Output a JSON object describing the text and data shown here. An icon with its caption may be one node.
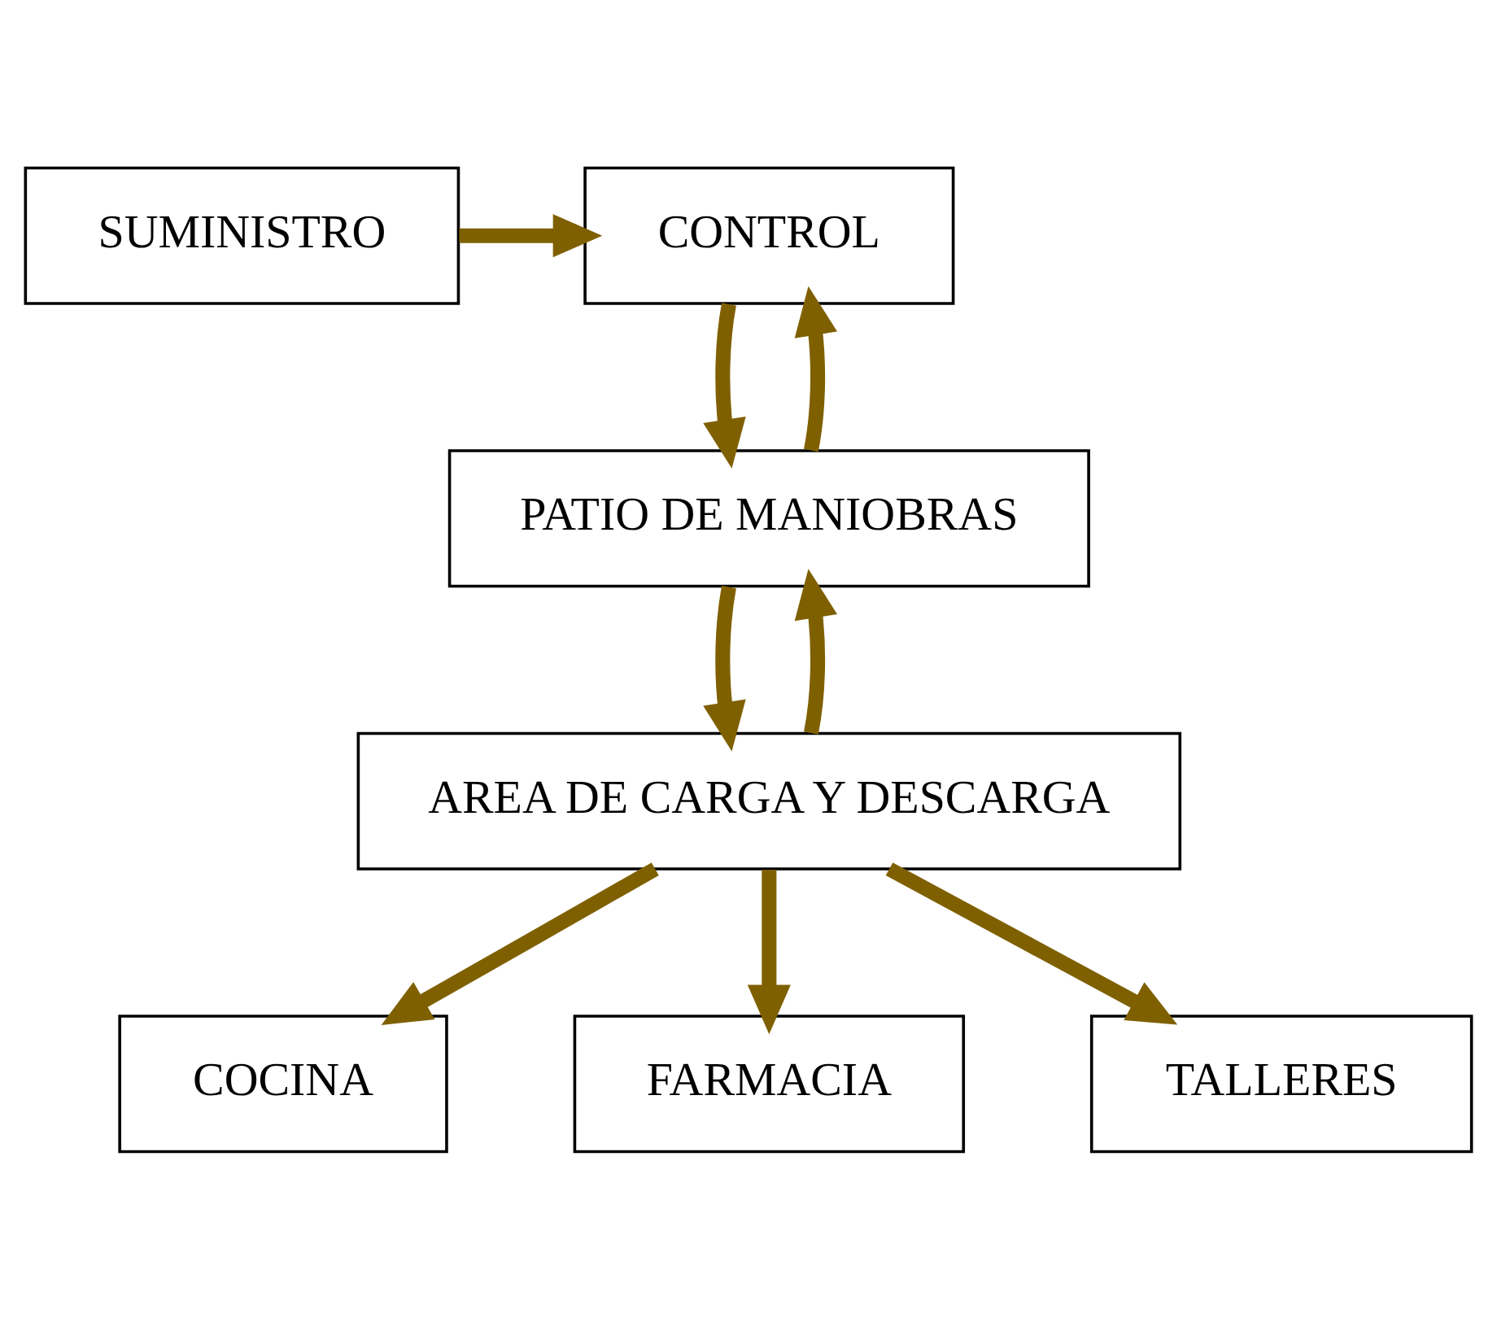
{
  "diagram": {
    "nodes": [
      {
        "text": [
          "CONTROL"
        ]
      },
      {
        "text": [
          "SUMINISTRO"
        ]
      },
      {
        "text": [
          "PATIO DE MANIOBRAS"
        ]
      },
      {
        "text": [
          "AREA DE CARGA Y DESCARGA"
        ]
      },
      {
        "text": [
          "COCINA"
        ]
      },
      {
        "text": [
          "FARMACIA"
        ]
      },
      {
        "text": [
          "TALLERES"
        ]
      }
    ],
    "edges": [
      {
        "from": 1,
        "to": 0,
        "arrow": "to"
      },
      {
        "from": 2,
        "to": 0,
        "arrow": "to"
      },
      {
        "from": 0,
        "to": 2,
        "arrow": "to"
      },
      {
        "from": 3,
        "to": 2,
        "arrow": "to"
      },
      {
        "from": 2,
        "to": 3,
        "arrow": "to"
      },
      {
        "from": 3,
        "to": 4,
        "arrow": "to"
      },
      {
        "from": 3,
        "to": 5,
        "arrow": "to"
      },
      {
        "from": 3,
        "to": 6,
        "arrow": "to"
      }
    ]
  }
}
